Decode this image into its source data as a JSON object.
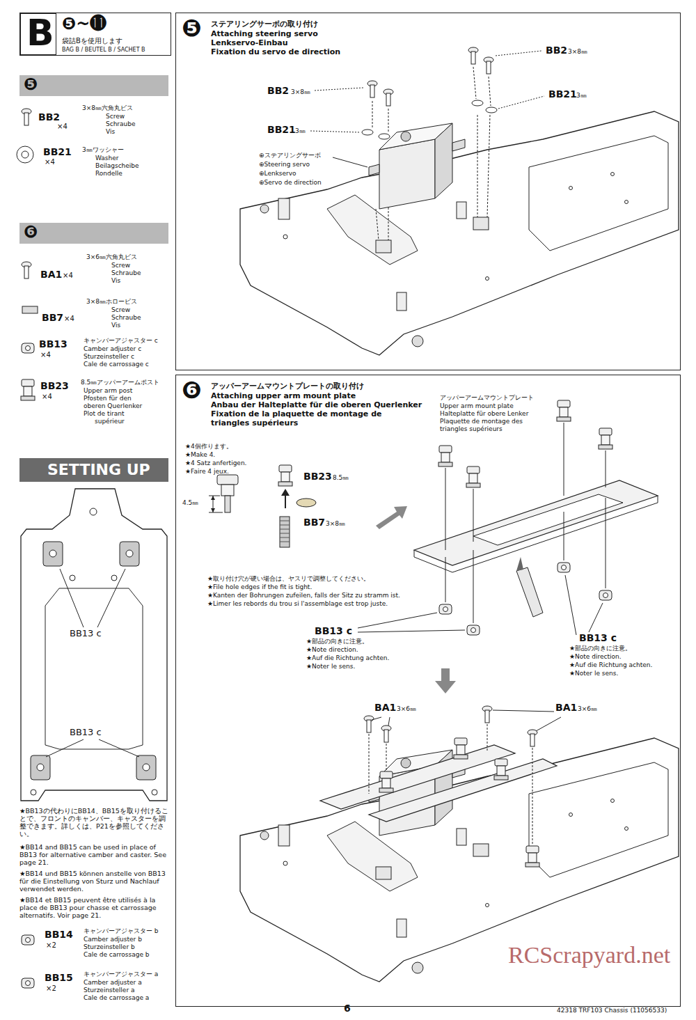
{
  "diagram": {
    "nodes": [
      {
        "text": [
          "B"
        ]
      },
      {
        "text": [
          "❺~⓫",
          "袋詰Bを使用します",
          "BAG B / BEUTEL B / SACHET B"
        ]
      },
      {
        "text": [
          "❺"
        ]
      },
      {
        "text": [
          "❻"
        ]
      },
      {
        "text": [
          "SETTING UP"
        ]
      },
      {
        "text": [
          "❺",
          "ステアリングサーボの取り付け",
          "Attaching steering servo",
          "Lenkservo-Einbau",
          "Fixation du servo de direction"
        ]
      },
      {
        "text": [
          "❻",
          "アッパーアームマウントプレートの取り付け",
          "Attaching upper arm mount plate",
          "Anbau der Halteplatte für die oberen Querlenker",
          "Fixation de la plaquette de montage de triangles supérieurs"
        ]
      }
    ],
    "labels": [
      "BB2",
      "×4",
      "3×8㎜六角丸ビス",
      "Screw",
      "Schraube",
      "Vis",
      "BB21",
      "×4",
      "3㎜ワッシャー",
      "Washer",
      "Beilagscheibe",
      "Rondelle",
      "BA1",
      "×4",
      "3×6㎜六角丸ビス",
      "Screw",
      "Schraube",
      "Vis",
      "BB7",
      "×4",
      "3×8㎜ホロービス",
      "Screw",
      "Schraube",
      "Vis",
      "BB13",
      "×4",
      "キャンバーアジャスター c",
      "Camber adjuster c",
      "Sturzeinsteller c",
      "Cale de carrossage c",
      "BB23",
      "×4",
      "8.5㎜アッパーアームポスト",
      "Upper arm post",
      "Pfosten für den",
      "oberen Querlenker",
      "Plot de tirant",
      "supérieur",
      "BB13 c",
      "BB13 c",
      "★BB13の代わりにBB14、BB15を取り付けることで、フロントのキャンバー、キャスターを調整できます。詳しくは、P21を参照してください。",
      "★BB14 and BB15 can be used in place of BB13 for alternative camber and caster. See page 21.",
      "★BB14 und BB15 können anstelle von BB13 für die Einstellung von Sturz und Nachlauf verwendet werden.",
      "★BB14 et BB15 peuvent être utilisés à la place de BB13 pour chasse et carrossage alternatifs. Voir page 21.",
      "BB14",
      "×2",
      "キャンバーアジャスター b",
      "Camber adjuster b",
      "Sturzeinsteller b",
      "Cale de carrossage b",
      "BB15",
      "×2",
      "キャンバーアジャスター a",
      "Camber adjuster a",
      "Sturzeinsteller a",
      "Cale de carrossage a",
      "BB2",
      "3×8㎜",
      "BB21",
      "3㎜",
      "BB2",
      "3×8㎜",
      "BB21",
      "3㎜",
      "⊕ステアリングサーボ",
      "⊕Steering servo",
      "⊕Lenkservo",
      "⊕Servo de direction",
      "★4個作ります。",
      "★Make 4.",
      "★4 Satz anfertigen.",
      "★Faire 4 jeux.",
      "BB23",
      "8.5㎜",
      "4.5㎜",
      "BB7",
      "3×8㎜",
      "アッパーアームマウントプレート",
      "Upper arm mount plate",
      "Halteplatte für obere Lenker",
      "Plaquette de montage des",
      "triangles supérieurs",
      "★取り付け穴が硬い場合は、ヤスリで調整してください。",
      "★File hole edges if the fit is tight.",
      "★Kanten der Bohrungen zufeilen, falls der Sitz zu stramm ist.",
      "★Limer les rebords du trou si l'assemblage est trop juste.",
      "BB13 c",
      "★部品の向きに注意。",
      "★Note direction.",
      "★Auf die Richtung achten.",
      "★Noter le sens.",
      "BB13 c",
      "★部品の向きに注意。",
      "★Note direction.",
      "★Auf die Richtung achten.",
      "★Noter le sens.",
      "BA1",
      "3×6㎜",
      "BA1",
      "3×6㎜",
      "6",
      "42318 TRF103 Chassis (11056533)",
      "RCScrapyard.net"
    ]
  }
}
